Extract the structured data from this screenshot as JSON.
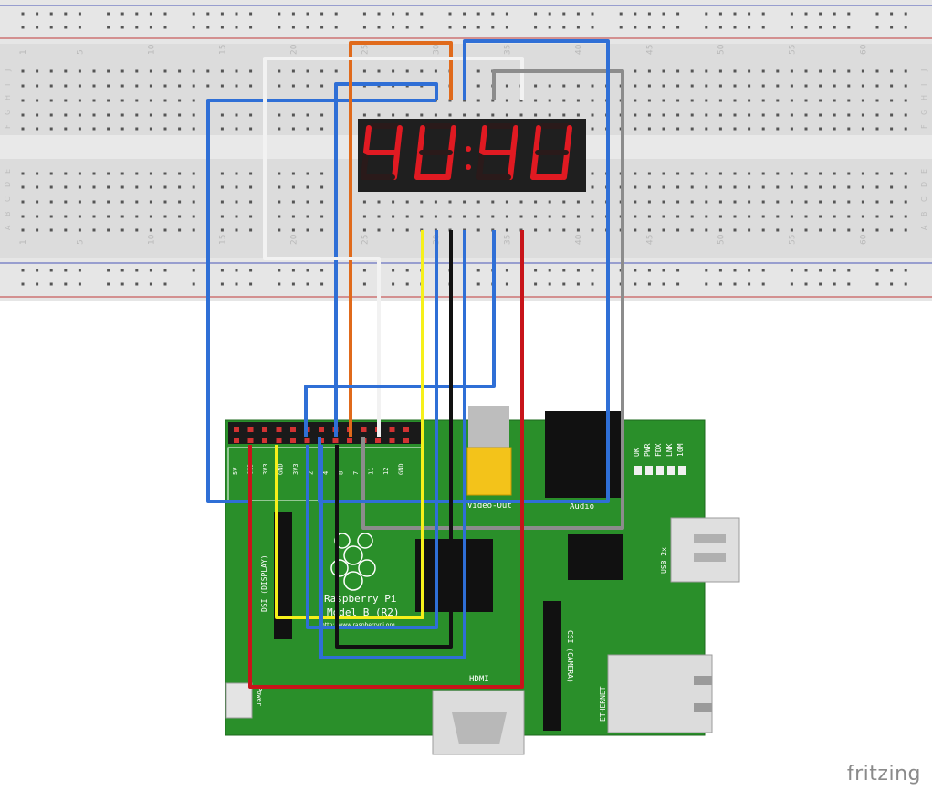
{
  "breadboard": {
    "column_numbers": [
      "1",
      "5",
      "10",
      "15",
      "20",
      "25",
      "30",
      "35",
      "40",
      "45",
      "50",
      "55",
      "60"
    ],
    "row_letters_top": [
      "J",
      "I",
      "H",
      "G",
      "F"
    ],
    "row_letters_bottom": [
      "E",
      "D",
      "C",
      "B",
      "A"
    ]
  },
  "display": {
    "digits": [
      "4",
      "U",
      "4",
      "U"
    ],
    "segment_color": "#e01a22"
  },
  "rpi": {
    "board_name": "Raspberry Pi",
    "model": "Model B (R2)",
    "url": "http://www.raspberrypi.org",
    "gpio_labels": [
      "5V",
      "GND",
      "3V3",
      "GND",
      "3V3",
      "2",
      "4",
      "8",
      "7",
      "11",
      "12",
      "GND"
    ],
    "labels": {
      "video_out": "Video-Out",
      "audio": "Audio",
      "usb": "USB 2x",
      "ethernet": "ETHERNET",
      "hdmi": "HDMI",
      "dsi": "DSI (DISPLAY)",
      "csi": "CSI (CAMERA)",
      "power": "Power"
    },
    "status_leds": [
      "OK",
      "PWR",
      "FDX",
      "LNK",
      "10M"
    ]
  },
  "wire_colors": {
    "blue": "#2f6fd6",
    "orange": "#e06a1b",
    "white": "#f2f2f2",
    "gray": "#8c8c8c",
    "yellow": "#f6f01a",
    "black": "#111111",
    "red": "#c8141a"
  },
  "brand": "fritzing"
}
